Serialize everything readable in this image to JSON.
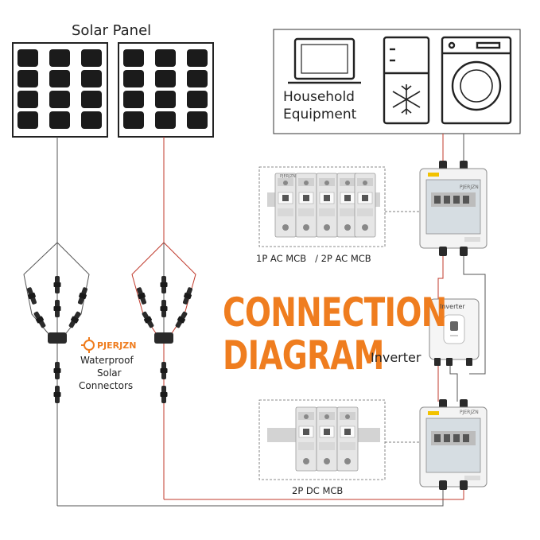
{
  "labels": {
    "solar_panel": "Solar Panel",
    "household_line1": "Household",
    "household_line2": "Equipment",
    "ac_mcb": "1P AC MCB   / 2P AC MCB",
    "title_line1": "CONNECTION",
    "title_line2": "DIAGRAM",
    "inverter": "Inverter",
    "inverter_device": "Inverter",
    "brand": "PJERJZN",
    "connectors_line1": "Waterproof",
    "connectors_line2": "Solar",
    "connectors_line3": "Connectors",
    "dc_mcb": "2P DC MCB",
    "box_brand": "PJERJZN",
    "mcb_brand": "PJERJZN"
  },
  "colors": {
    "accent": "#ef7d1f",
    "positive_wire": "#c0392b",
    "negative_wire": "#555555",
    "panel_cell": "#1b1b1b"
  }
}
